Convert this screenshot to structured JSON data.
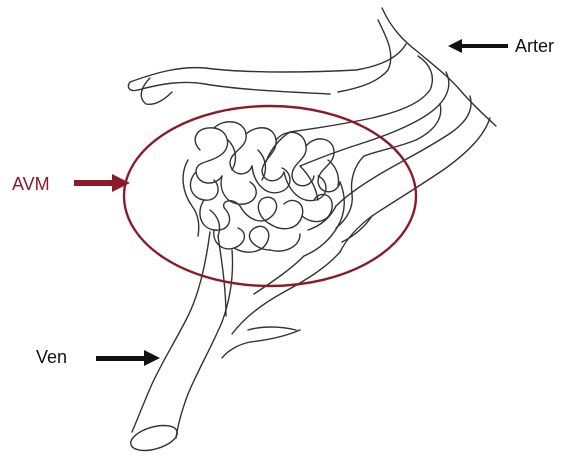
{
  "labels": {
    "arter": "Arter",
    "avm": "AVM",
    "ven": "Ven"
  },
  "colors": {
    "avm": "#8b1a2b",
    "arrow": "#111111",
    "vessel": "#333333",
    "text": "#111111"
  },
  "icons": [
    "arrow-left-icon",
    "arrow-right-icon"
  ]
}
